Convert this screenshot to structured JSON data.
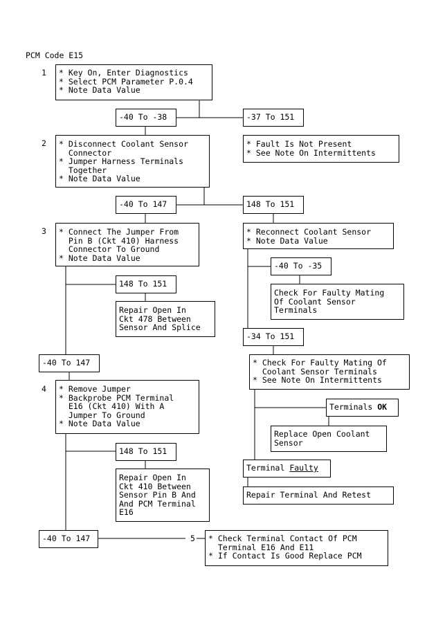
{
  "title": "PCM Code E15",
  "steps": {
    "s1": {
      "num": "1",
      "lines": [
        "* Key On, Enter Diagnostics",
        "* Select PCM Parameter P.0.4",
        "* Note Data Value"
      ]
    },
    "s2": {
      "num": "2",
      "lines": [
        "* Disconnect Coolant Sensor",
        "  Connector",
        "* Jumper Harness Terminals",
        "  Together",
        "* Note Data Value"
      ]
    },
    "s3": {
      "num": "3",
      "lines": [
        "* Connect The Jumper From",
        "  Pin B (Ckt 410) Harness",
        "  Connector To Ground",
        "* Note Data Value"
      ]
    },
    "s4": {
      "num": "4",
      "lines": [
        "* Remove Jumper",
        "* Backprobe PCM Terminal",
        "  E16 (Ckt 410) With A",
        "  Jumper To Ground",
        "* Note Data Value"
      ]
    },
    "s5": {
      "num": "5",
      "lines": [
        "* Check Terminal Contact Of PCM",
        "  Terminal E16 And E11",
        "* If Contact Is Good Replace PCM"
      ]
    }
  },
  "ranges": {
    "r1a": "-40 To -38",
    "r1b": "-37 To 151",
    "r2a": "-40 To 147",
    "r2b": "148 To 151",
    "r3a": "148 To 151",
    "r3b": "-40 To -35",
    "r3c": "-34 To 151",
    "r4a": "-40 To 147",
    "r4b": "148 To 151",
    "r5a": "-40 To 147"
  },
  "results": {
    "fault_not_present": [
      "* Fault Is Not Present",
      "* See Note On Intermittents"
    ],
    "reconnect": [
      "* Reconnect Coolant Sensor",
      "* Note Data Value"
    ],
    "repair_478": [
      "Repair Open In",
      "Ckt 478 Between",
      "Sensor And Splice"
    ],
    "faulty_mating_1": [
      "Check For Faulty Mating",
      "Of Coolant Sensor",
      "Terminals"
    ],
    "faulty_mating_2": [
      "* Check For Faulty Mating Of",
      "  Coolant Sensor Terminals",
      "* See Note On Intermittents"
    ],
    "terminals_ok_prefix": "Terminals ",
    "terminals_ok_suffix": "OK",
    "replace_sensor": [
      "Replace Open Coolant",
      "Sensor"
    ],
    "terminal_faulty_prefix": "Terminal ",
    "terminal_faulty_suffix": "Faulty",
    "repair_terminal": "Repair Terminal And Retest",
    "repair_410": [
      "Repair Open In",
      "Ckt 410 Between",
      "Sensor Pin B And",
      "And PCM Terminal",
      "E16"
    ]
  }
}
